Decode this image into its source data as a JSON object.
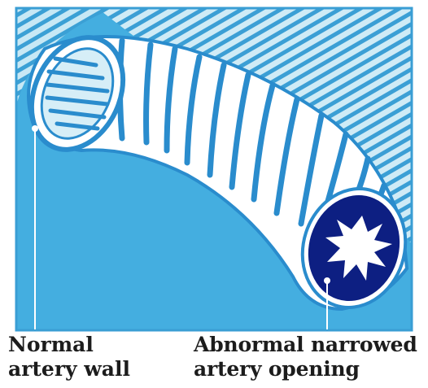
{
  "colors": {
    "background_light": "#d6eef7",
    "background_blue": "#44aee0",
    "hatch": "#3a9ed4",
    "tube_white": "#ffffff",
    "tube_stripe": "#2a8ccd",
    "lumen_dark": "#0d1f82",
    "text": "#1c1c1c"
  },
  "labels": {
    "normal_line1": "Normal",
    "normal_line2": "artery wall",
    "abnormal_line1": "Abnormal narrowed",
    "abnormal_line2": "artery opening"
  },
  "icons": {
    "left_opening": "artery-open-end",
    "right_opening": "artery-narrowed-end"
  }
}
